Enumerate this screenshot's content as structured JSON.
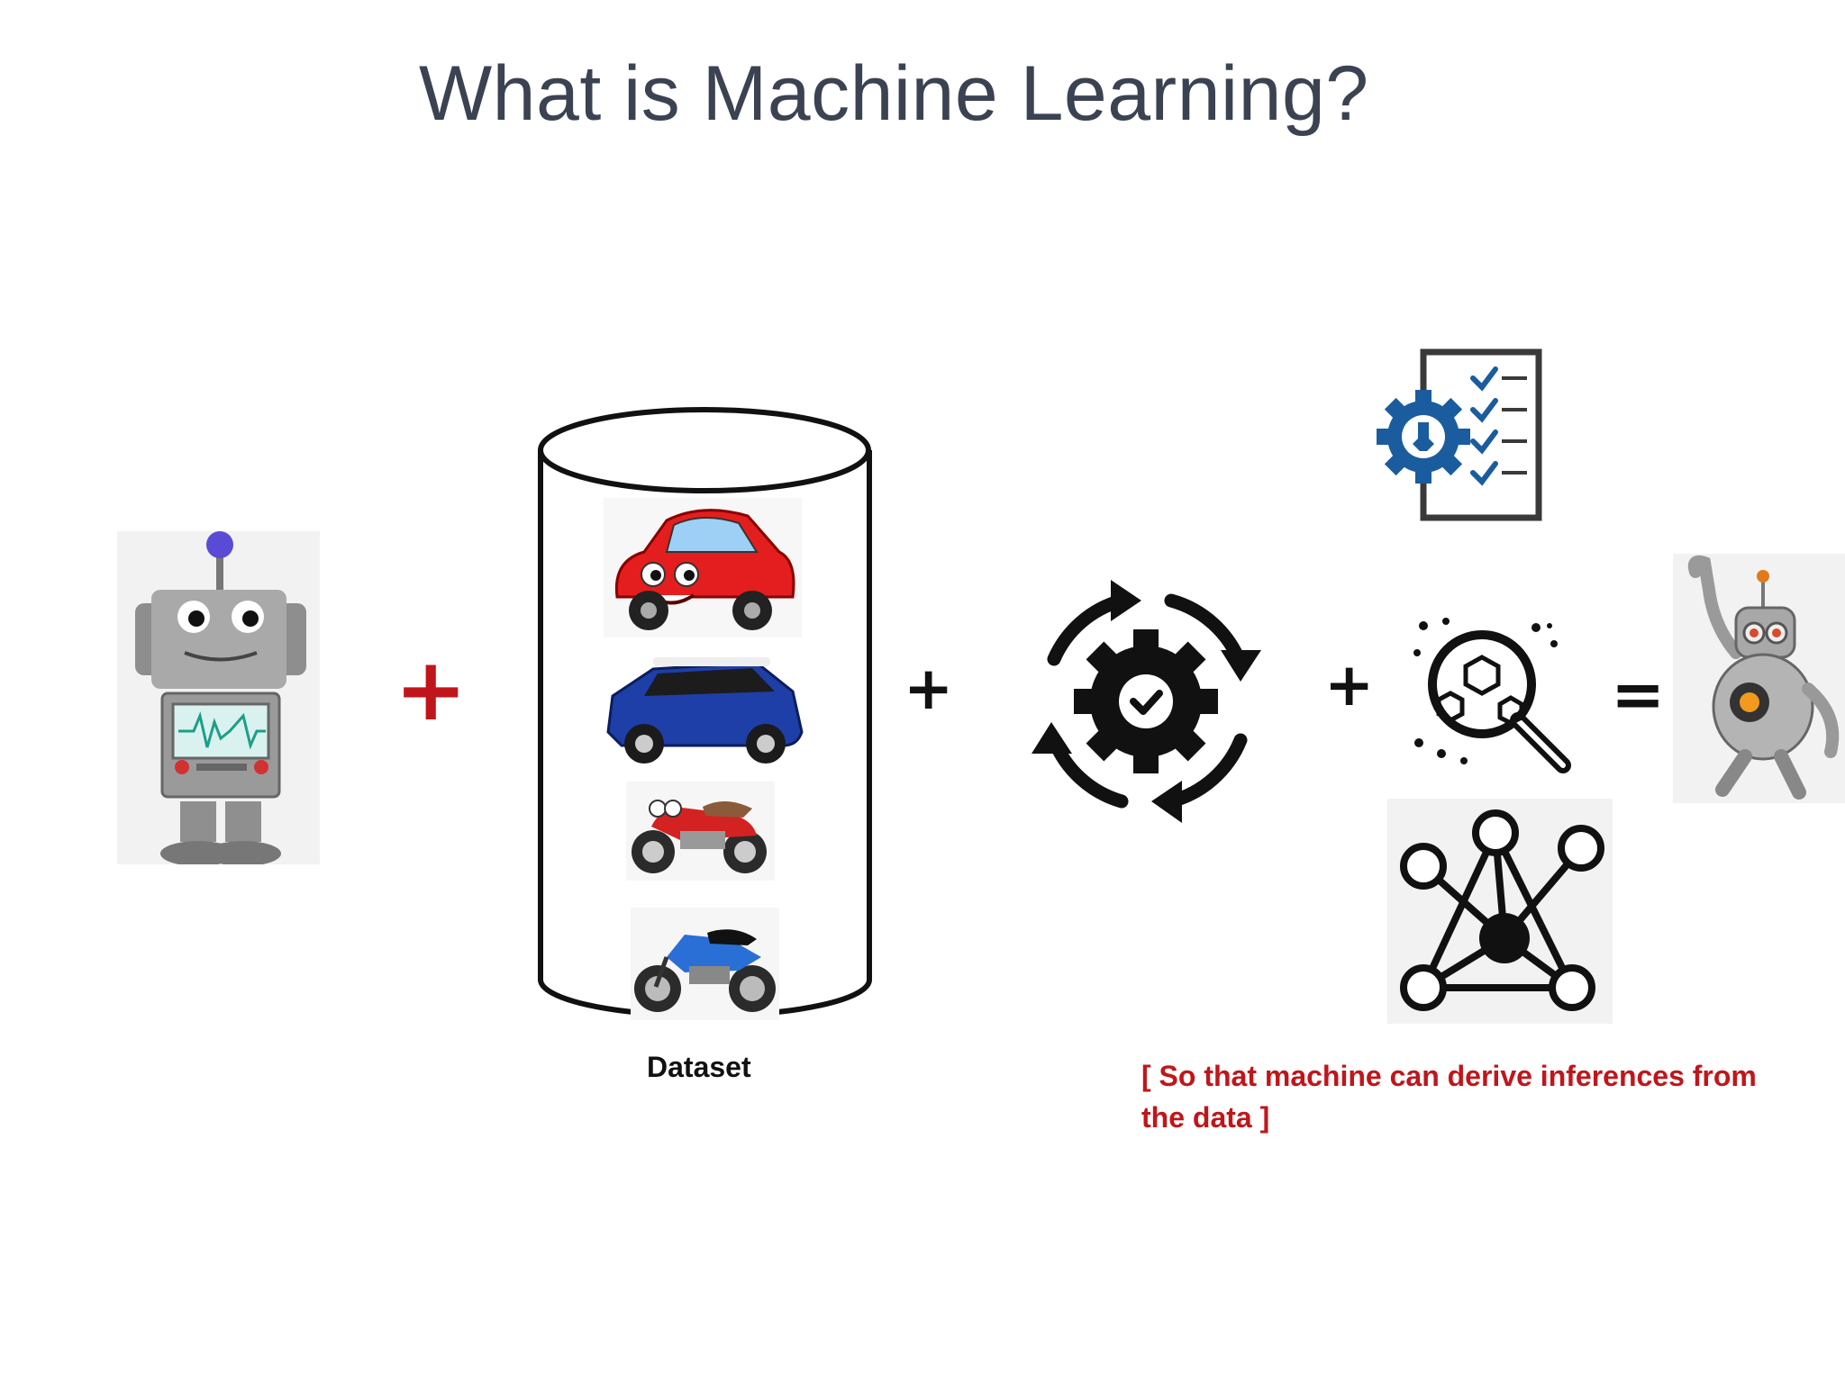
{
  "slide": {
    "title": "What is Machine Learning?",
    "operators": {
      "plus_red": "+",
      "plus_2": "+",
      "plus_3": "+",
      "equals": "="
    },
    "dataset_label": "Dataset",
    "note": "[ So that machine can derive inferences from the data ]"
  },
  "colors": {
    "accent_red": "#c0161b",
    "title_text": "#3b4252",
    "icon_blue": "#1a5c9e"
  },
  "icons": [
    "robot-icon",
    "database-cylinder-icon",
    "red-car-icon",
    "blue-suv-icon",
    "red-motorcycle-icon",
    "blue-motorcycle-icon",
    "gear-cycle-icon",
    "checklist-gear-icon",
    "magnifier-analysis-icon",
    "network-graph-icon",
    "waving-robot-icon"
  ]
}
